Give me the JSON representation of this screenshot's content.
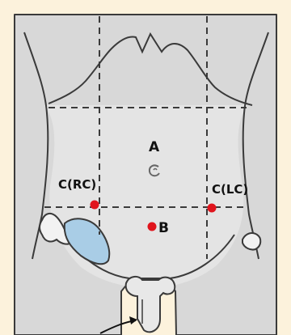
{
  "labels": {
    "a": "A",
    "b": "B",
    "c_right": "C(RC)",
    "c_left": "C(LC)"
  },
  "colors": {
    "background": "#fcf2dc",
    "body_fill": "#d8d8d8",
    "outline": "#3a3a3a",
    "marker": "#e0141c",
    "hip_patch": "#a9cde6"
  },
  "icons": {
    "navel": "navel-icon",
    "arrow": "arrow-icon"
  }
}
